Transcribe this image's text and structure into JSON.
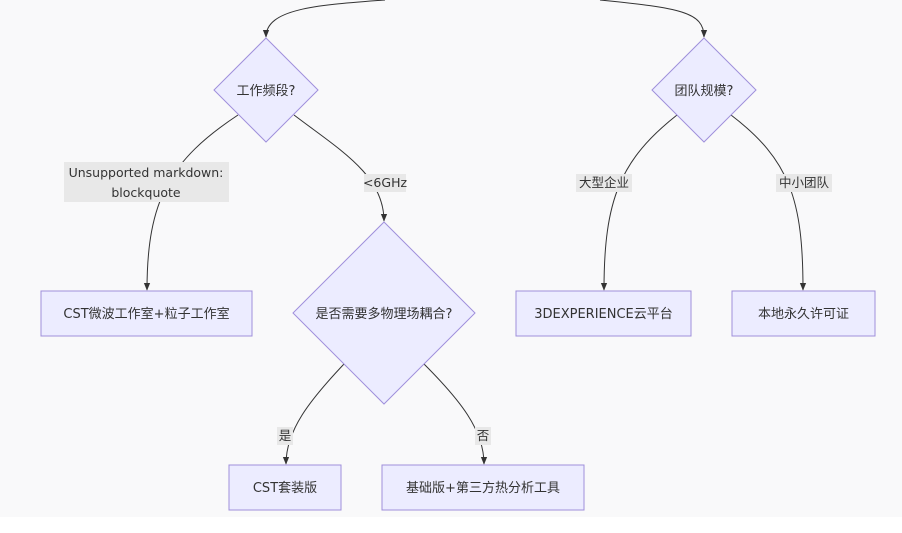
{
  "diagram": {
    "colors": {
      "background": "#f9f9fa",
      "node_fill": "#ececff",
      "node_stroke": "#9f8fdb",
      "edge": "#333333",
      "text": "#333333",
      "edge_label_bg": "#e8e8e8"
    },
    "nodes": {
      "work_band": "工作频段?",
      "team_size": "团队规模?",
      "multiphysics": "是否需要多物理场耦合?",
      "cst_studio": "CST微波工作室+粒子工作室",
      "cst_suite": "CST套装版",
      "basic_plus": "基础版+第三方热分析工具",
      "platform_3dx": "3DEXPERIENCE云平台",
      "local_license": "本地永久许可证"
    },
    "edge_labels": {
      "unsupported_line1": "Unsupported markdown:",
      "unsupported_line2": "blockquote",
      "lt6ghz": "<6GHz",
      "large_enterprise": "大型企业",
      "small_team": "中小团队",
      "yes": "是",
      "no": "否"
    }
  }
}
